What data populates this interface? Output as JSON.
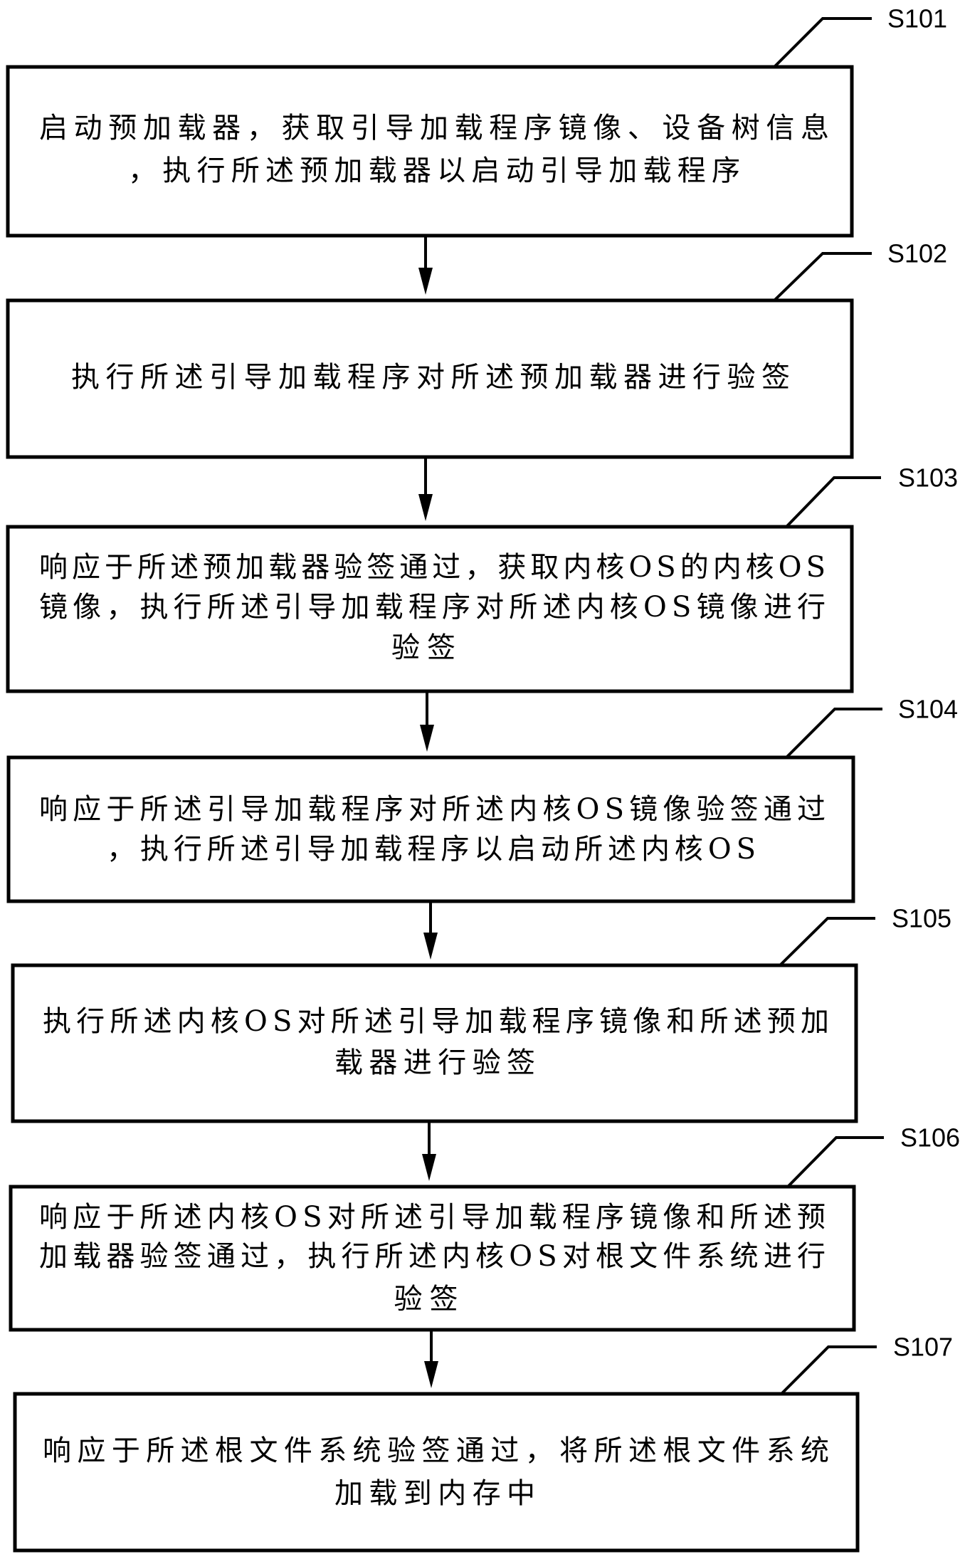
{
  "diagram": {
    "type": "flowchart",
    "direction": "top-to-bottom",
    "colors": {
      "stroke": "#000000",
      "background": "#ffffff",
      "text": "#000000"
    },
    "steps": [
      {
        "id": "S101",
        "label": "S101",
        "lines": [
          "启动预加载器，获取引导加载程序镜像、设备树信息",
          "，执行所述预加载器以启动引导加载程序"
        ]
      },
      {
        "id": "S102",
        "label": "S102",
        "lines": [
          "执行所述引导加载程序对所述预加载器进行验签"
        ]
      },
      {
        "id": "S103",
        "label": "S103",
        "lines": [
          "响应于所述预加载器验签通过，获取内核OS的内核OS",
          "镜像，执行所述引导加载程序对所述内核OS镜像进行",
          "验签"
        ]
      },
      {
        "id": "S104",
        "label": "S104",
        "lines": [
          "响应于所述引导加载程序对所述内核OS镜像验签通过",
          "，执行所述引导加载程序以启动所述内核OS"
        ]
      },
      {
        "id": "S105",
        "label": "S105",
        "lines": [
          "执行所述内核OS对所述引导加载程序镜像和所述预加",
          "载器进行验签"
        ]
      },
      {
        "id": "S106",
        "label": "S106",
        "lines": [
          "响应于所述内核OS对所述引导加载程序镜像和所述预",
          "加载器验签通过，执行所述内核OS对根文件系统进行",
          "验签"
        ]
      },
      {
        "id": "S107",
        "label": "S107",
        "lines": [
          "响应于所述根文件系统验签通过，将所述根文件系统",
          "加载到内存中"
        ]
      }
    ],
    "edges": [
      {
        "from": "S101",
        "to": "S102"
      },
      {
        "from": "S102",
        "to": "S103"
      },
      {
        "from": "S103",
        "to": "S104"
      },
      {
        "from": "S104",
        "to": "S105"
      },
      {
        "from": "S105",
        "to": "S106"
      },
      {
        "from": "S106",
        "to": "S107"
      }
    ]
  }
}
